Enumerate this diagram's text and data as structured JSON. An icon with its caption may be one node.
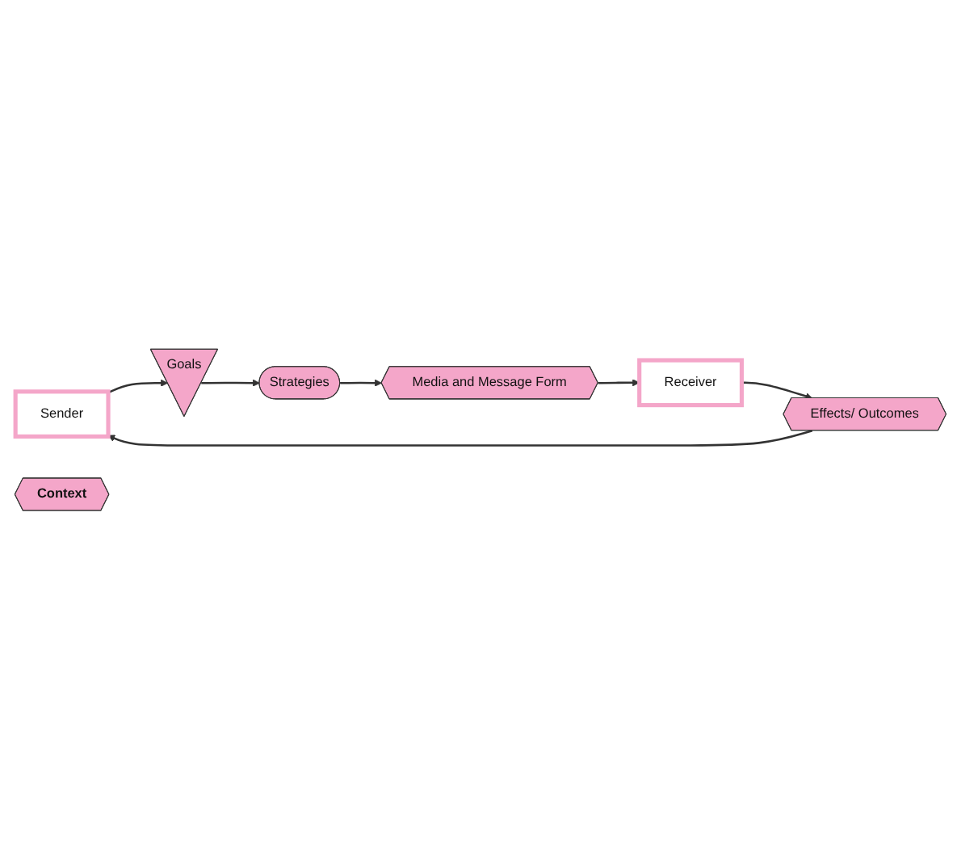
{
  "diagram": {
    "nodes": [
      {
        "text": [
          "Sender"
        ]
      },
      {
        "text": [
          "Goals"
        ]
      },
      {
        "text": [
          "Strategies"
        ]
      },
      {
        "text": [
          "Media and Message Form"
        ]
      },
      {
        "text": [
          "Receiver"
        ]
      },
      {
        "text": [
          "Effects/ Outcomes"
        ]
      },
      {
        "text": [
          "Context"
        ]
      }
    ],
    "edges": [
      {
        "from": 0,
        "to": 1,
        "arrow": "to"
      },
      {
        "from": 1,
        "to": 2,
        "arrow": "to"
      },
      {
        "from": 2,
        "to": 3,
        "arrow": "to"
      },
      {
        "from": 3,
        "to": 4,
        "arrow": "to"
      },
      {
        "from": 4,
        "to": 5,
        "arrow": "to"
      },
      {
        "from": 5,
        "to": 0,
        "arrow": "to"
      }
    ]
  }
}
